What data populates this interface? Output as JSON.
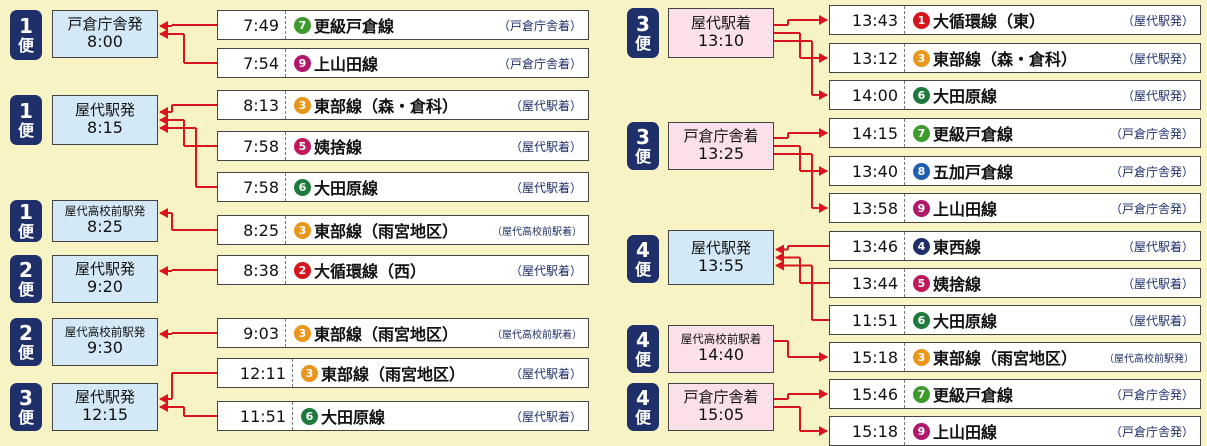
{
  "colors": {
    "arrow": "#d8141c",
    "c1": "#d8141c",
    "c2": "#d8141c",
    "c3": "#e9961a",
    "c4": "#1f2f6a",
    "c5": "#c2185b",
    "c6": "#1e7a3c",
    "c7": "#3f9a2e",
    "c8": "#1f5fb0",
    "c9": "#b0186a"
  },
  "groups": [
    {
      "bin_no": "1",
      "bin_unit": "便",
      "stop_name": "戸倉庁舎発",
      "stop_time": "8:00",
      "fill": "blue",
      "dir": "in",
      "rows": [
        {
          "time": "7:49",
          "circle": "7",
          "line": "更級戸倉線",
          "dest": "（戸倉庁舎着）"
        },
        {
          "time": "7:54",
          "circle": "9",
          "line": "上山田線",
          "dest": "（戸倉庁舎着）"
        }
      ]
    },
    {
      "bin_no": "1",
      "bin_unit": "便",
      "stop_name": "屋代駅発",
      "stop_time": "8:15",
      "fill": "blue",
      "dir": "in",
      "rows": [
        {
          "time": "8:13",
          "circle": "3",
          "line": "東部線（森・倉科）",
          "dest": "（屋代駅着）"
        },
        {
          "time": "7:58",
          "circle": "5",
          "line": "姨捨線",
          "dest": "（屋代駅着）"
        },
        {
          "time": "7:58",
          "circle": "6",
          "line": "大田原線",
          "dest": "（屋代駅着）"
        }
      ]
    },
    {
      "bin_no": "1",
      "bin_unit": "便",
      "stop_name": "屋代高校前駅発",
      "stop_time": "8:25",
      "fill": "blue",
      "dir": "in",
      "rows": [
        {
          "time": "8:25",
          "circle": "3",
          "line": "東部線（雨宮地区）",
          "dest": "（屋代高校前駅着）"
        }
      ]
    },
    {
      "bin_no": "2",
      "bin_unit": "便",
      "stop_name": "屋代駅発",
      "stop_time": "9:20",
      "fill": "blue",
      "dir": "in",
      "rows": [
        {
          "time": "8:38",
          "circle": "2",
          "line": "大循環線（西）",
          "dest": "（屋代駅着）"
        }
      ]
    },
    {
      "bin_no": "2",
      "bin_unit": "便",
      "stop_name": "屋代高校前駅発",
      "stop_time": "9:30",
      "fill": "blue",
      "dir": "in",
      "rows": [
        {
          "time": "9:03",
          "circle": "3",
          "line": "東部線（雨宮地区）",
          "dest": "（屋代高校前駅着）"
        }
      ]
    },
    {
      "bin_no": "3",
      "bin_unit": "便",
      "stop_name": "屋代駅発",
      "stop_time": "12:15",
      "fill": "blue",
      "dir": "in",
      "rows": [
        {
          "time": "12:11",
          "circle": "3",
          "line": "東部線（雨宮地区）",
          "dest": "（屋代駅着）"
        },
        {
          "time": "11:51",
          "circle": "6",
          "line": "大田原線",
          "dest": "（屋代駅着）"
        }
      ]
    },
    {
      "bin_no": "3",
      "bin_unit": "便",
      "stop_name": "屋代駅着",
      "stop_time": "13:10",
      "fill": "pink",
      "dir": "out",
      "rows": [
        {
          "time": "13:43",
          "circle": "1",
          "line": "大循環線（東）",
          "dest": "（屋代駅発）"
        },
        {
          "time": "13:12",
          "circle": "3",
          "line": "東部線（森・倉科）",
          "dest": "（屋代駅発）"
        },
        {
          "time": "14:00",
          "circle": "6",
          "line": "大田原線",
          "dest": "（屋代駅発）"
        }
      ]
    },
    {
      "bin_no": "3",
      "bin_unit": "便",
      "stop_name": "戸倉庁舎着",
      "stop_time": "13:25",
      "fill": "pink",
      "dir": "out",
      "rows": [
        {
          "time": "14:15",
          "circle": "7",
          "line": "更級戸倉線",
          "dest": "（戸倉庁舎発）"
        },
        {
          "time": "13:40",
          "circle": "8",
          "line": "五加戸倉線",
          "dest": "（戸倉庁舎発）"
        },
        {
          "time": "13:58",
          "circle": "9",
          "line": "上山田線",
          "dest": "（戸倉庁舎発）"
        }
      ]
    },
    {
      "bin_no": "4",
      "bin_unit": "便",
      "stop_name": "屋代駅発",
      "stop_time": "13:55",
      "fill": "blue",
      "dir": "in",
      "rows": [
        {
          "time": "13:46",
          "circle": "4",
          "line": "東西線",
          "dest": "（屋代駅着）"
        },
        {
          "time": "13:44",
          "circle": "5",
          "line": "姨捨線",
          "dest": "（屋代駅着）"
        },
        {
          "time": "11:51",
          "circle": "6",
          "line": "大田原線",
          "dest": "（屋代駅着）"
        }
      ]
    },
    {
      "bin_no": "4",
      "bin_unit": "便",
      "stop_name": "屋代高校前駅着",
      "stop_time": "14:40",
      "fill": "pink",
      "dir": "out",
      "rows": [
        {
          "time": "15:18",
          "circle": "3",
          "line": "東部線（雨宮地区）",
          "dest": "（屋代高校前駅発）"
        }
      ]
    },
    {
      "bin_no": "4",
      "bin_unit": "便",
      "stop_name": "戸倉庁舎着",
      "stop_time": "15:05",
      "fill": "pink",
      "dir": "out",
      "rows": [
        {
          "time": "15:46",
          "circle": "7",
          "line": "更級戸倉線",
          "dest": "（戸倉庁舎発）"
        },
        {
          "time": "15:18",
          "circle": "9",
          "line": "上山田線",
          "dest": "（戸倉庁舎発）"
        }
      ]
    }
  ]
}
